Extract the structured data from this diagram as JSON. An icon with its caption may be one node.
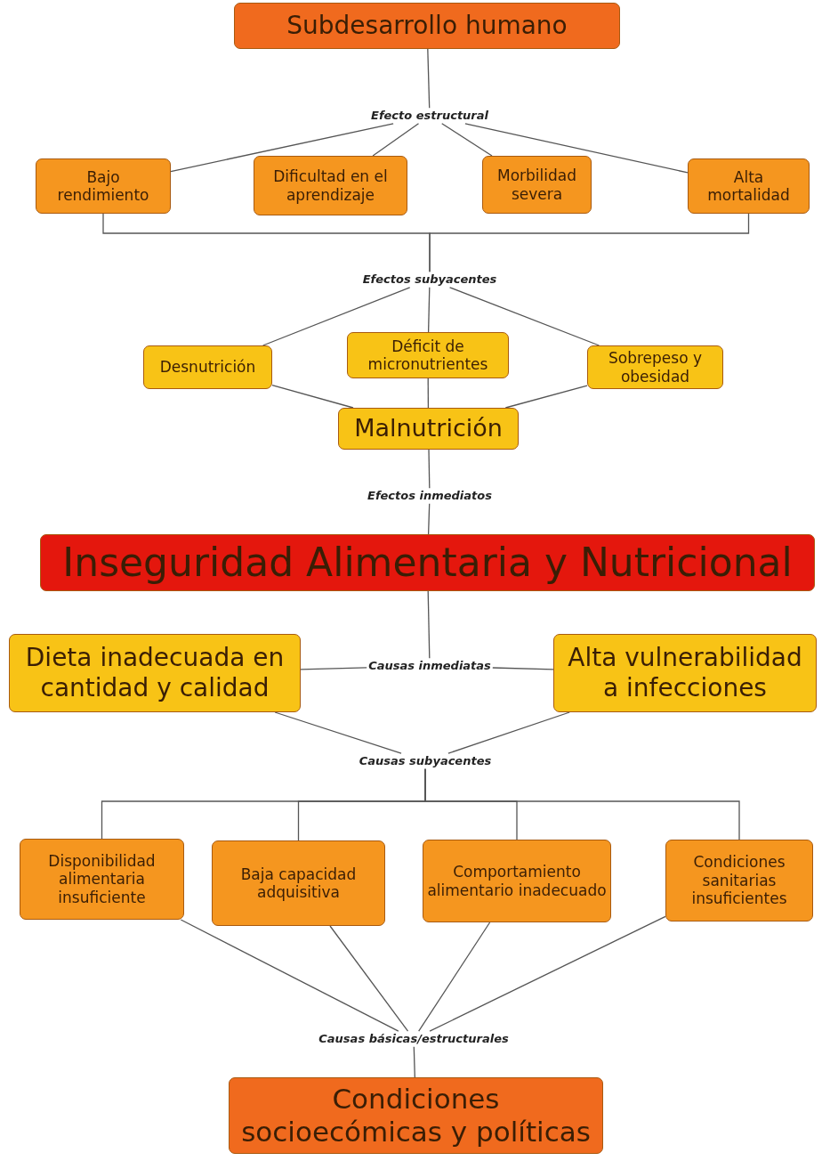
{
  "diagram": {
    "nodes": [
      {
        "text": [
          "Subdesarrollo humano"
        ]
      },
      {
        "text": [
          "Efecto estructural"
        ]
      },
      {
        "text": [
          "Bajo rendimiento"
        ]
      },
      {
        "text": [
          "Dificultad en el aprendizaje"
        ]
      },
      {
        "text": [
          "Morbilidad severa"
        ]
      },
      {
        "text": [
          "Alta mortalidad"
        ]
      },
      {
        "text": [
          "Efectos subyacentes"
        ]
      },
      {
        "text": [
          "Desnutrición"
        ]
      },
      {
        "text": [
          "Déficit de micronutrientes"
        ]
      },
      {
        "text": [
          "Sobrepeso y obesidad"
        ]
      },
      {
        "text": [
          "Malnutrición"
        ]
      },
      {
        "text": [
          "Efectos inmediatos"
        ]
      },
      {
        "text": [
          "Inseguridad Alimentaria y Nutricional"
        ]
      },
      {
        "text": [
          "Causas inmediatas"
        ]
      },
      {
        "text": [
          "Dieta inadecuada en cantidad y calidad"
        ]
      },
      {
        "text": [
          "Alta vulnerabilidad a infecciones"
        ]
      },
      {
        "text": [
          "Causas subyacentes"
        ]
      },
      {
        "text": [
          "Disponibilidad alimentaria insuficiente"
        ]
      },
      {
        "text": [
          "Baja capacidad adquisitiva"
        ]
      },
      {
        "text": [
          "Comportamiento alimentario inadecuado"
        ]
      },
      {
        "text": [
          "Condiciones sanitarias insuficientes"
        ]
      },
      {
        "text": [
          "Causas básicas/estructurales"
        ]
      },
      {
        "text": [
          "Condiciones socioecómicas y políticas"
        ]
      }
    ],
    "edges": [
      {
        "from": 0,
        "to": 1,
        "arrow": "none"
      },
      {
        "from": 1,
        "to": 2,
        "arrow": "none"
      },
      {
        "from": 1,
        "to": 3,
        "arrow": "none"
      },
      {
        "from": 1,
        "to": 4,
        "arrow": "none"
      },
      {
        "from": 1,
        "to": 5,
        "arrow": "none"
      },
      {
        "from": 2,
        "to": 6,
        "arrow": "none"
      },
      {
        "from": 5,
        "to": 6,
        "arrow": "none"
      },
      {
        "from": 6,
        "to": 7,
        "arrow": "none"
      },
      {
        "from": 6,
        "to": 8,
        "arrow": "none"
      },
      {
        "from": 6,
        "to": 9,
        "arrow": "none"
      },
      {
        "from": 7,
        "to": 10,
        "arrow": "none"
      },
      {
        "from": 8,
        "to": 10,
        "arrow": "none"
      },
      {
        "from": 9,
        "to": 10,
        "arrow": "none"
      },
      {
        "from": 10,
        "to": 11,
        "arrow": "none"
      },
      {
        "from": 11,
        "to": 12,
        "arrow": "none"
      },
      {
        "from": 12,
        "to": 13,
        "arrow": "none"
      },
      {
        "from": 13,
        "to": 14,
        "arrow": "none"
      },
      {
        "from": 13,
        "to": 15,
        "arrow": "none"
      },
      {
        "from": 14,
        "to": 16,
        "arrow": "none"
      },
      {
        "from": 15,
        "to": 16,
        "arrow": "none"
      },
      {
        "from": 16,
        "to": 17,
        "arrow": "none"
      },
      {
        "from": 16,
        "to": 18,
        "arrow": "none"
      },
      {
        "from": 16,
        "to": 19,
        "arrow": "none"
      },
      {
        "from": 16,
        "to": 20,
        "arrow": "none"
      },
      {
        "from": 17,
        "to": 21,
        "arrow": "none"
      },
      {
        "from": 18,
        "to": 21,
        "arrow": "none"
      },
      {
        "from": 19,
        "to": 21,
        "arrow": "none"
      },
      {
        "from": 20,
        "to": 21,
        "arrow": "none"
      },
      {
        "from": 21,
        "to": 22,
        "arrow": "none"
      }
    ]
  }
}
